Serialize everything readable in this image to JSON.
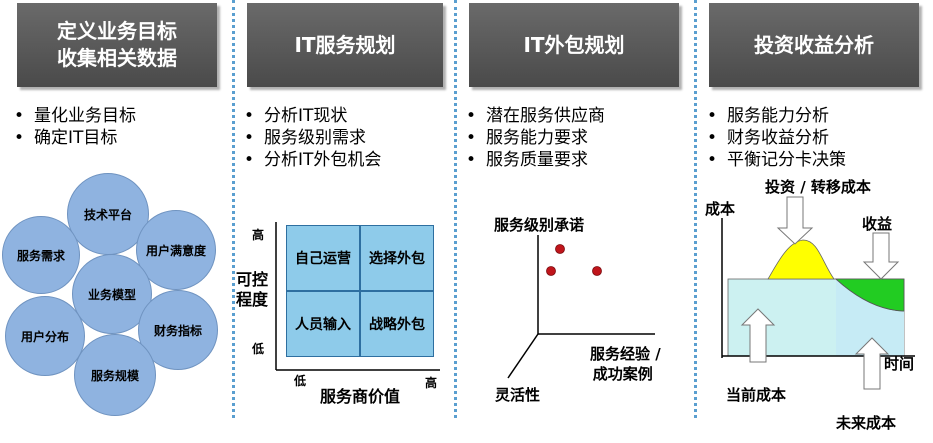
{
  "panels": [
    {
      "title_lines": [
        "定义业务目标",
        "收集相关数据"
      ],
      "bullets": [
        "量化业务目标",
        "确定IT目标"
      ]
    },
    {
      "title_lines": [
        "IT服务规划"
      ],
      "bullets": [
        "分析IT现状",
        "服务级别需求",
        "分析IT外包机会"
      ]
    },
    {
      "title_lines": [
        "IT外包规划"
      ],
      "bullets": [
        "潜在服务供应商",
        "服务能力要求",
        "服务质量要求"
      ]
    },
    {
      "title_lines": [
        "投资收益分析"
      ],
      "bullets": [
        "服务能力分析",
        "财务收益分析",
        "平衡记分卡决策"
      ]
    }
  ],
  "circles": {
    "tech_platform": "技术平台",
    "service_demand": "服务需求",
    "user_satisfaction": "用户满意度",
    "business_model": "业务模型",
    "user_distribution": "用户分布",
    "financial_indicators": "财务指标",
    "service_scale": "服务规模"
  },
  "matrix": {
    "cells": [
      "自己运营",
      "选择外包",
      "人员输入",
      "战略外包"
    ],
    "y_label_lines": [
      "可控",
      "程度"
    ],
    "y_high": "高",
    "y_low": "低",
    "x_low": "低",
    "x_high": "高",
    "x_label": "服务商价值"
  },
  "axes3d": {
    "y_label": "服务级别承诺",
    "x_label_lines": [
      "服务经验 /",
      "成功案例"
    ],
    "z_label": "灵活性"
  },
  "investment": {
    "y_label": "成本",
    "x_label": "时间",
    "investment_label": "投资 / 转移成本",
    "benefit_label": "收益",
    "current_cost_label": "当前成本",
    "future_cost_label": "未来成本"
  },
  "colors": {
    "header_bg": "#555555",
    "circle_fill": "#8fb3e0",
    "matrix_fill": "#8ecbea",
    "chart_base_fill": "#ccf1f1",
    "investment_fill": "#ffff00",
    "benefit_fill": "#22cc22",
    "dot_fill": "#c0151b",
    "divider": "#5a9fd0"
  }
}
